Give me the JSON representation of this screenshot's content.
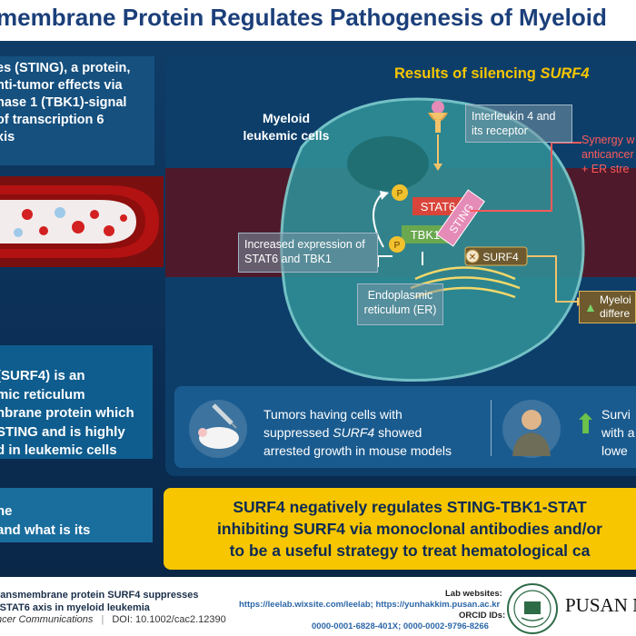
{
  "title": "membrane Protein Regulates Pathogenesis of Myeloid",
  "intro": {
    "lines": [
      "es (STING), a protein,",
      "nti-tumor effects via",
      "nase 1 (TBK1)-signal",
      " of transcription 6",
      "xis"
    ]
  },
  "surf4_intro": {
    "lines": [
      " (SURF4) is an",
      "mic reticulum",
      "nbrane protein which",
      " STING and is highly",
      "d in leukemic cells"
    ]
  },
  "question": {
    "lines": [
      "he",
      "and what is its"
    ]
  },
  "diagram": {
    "results_title": "Results of silencing ",
    "results_gene": "SURF4",
    "cells_label": "Myeloid leukemic cells",
    "il4_label": "Interleukin 4 and its receptor",
    "stat6_label": "STAT6",
    "tbk1_label": "TBK1",
    "sting_label": "STING",
    "surf4_label": "SURF4",
    "p_label": "P",
    "increased_label": "Increased expression of STAT6 and TBK1",
    "er_label": "Endoplasmic reticulum (ER)",
    "synergy_line1": "Synergy w",
    "synergy_line2": "anticancer d",
    "synergy_line3": "+ ER stre",
    "diff_line1": "Myeloi",
    "diff_line2": "differe"
  },
  "tumor": {
    "line1": "Tumors having cells with",
    "line2_pre": "suppressed ",
    "line2_gene": "SURF4",
    "line2_post": " showed",
    "line3": "arrested growth in mouse models"
  },
  "survival": {
    "line1": "Survi",
    "line2": "with a",
    "line3": "lowe"
  },
  "conclusion": {
    "line1": "SURF4 negatively regulates STING-TBK1-STAT",
    "line2": "inhibiting SURF4 via monoclonal antibodies and/or",
    "line3": "to be a useful strategy to treat hematological ca"
  },
  "footer": {
    "ref_line1": "ransmembrane protein SURF4 suppresses",
    "ref_line2": "-STAT6 axis in myeloid leukemia",
    "journal": "ncer Communications",
    "doi": "DOI: 10.1002/cac2.12390",
    "lab_label": "Lab websites:",
    "lab_urls": "https://leelab.wixsite.com/leelab; https://yunhakkim.pusan.ac.kr",
    "orcid_label": "ORCID IDs:",
    "orcid_values": "0000-0001-6828-401X; 0000-0002-9796-8266",
    "university": "PUSAN N"
  },
  "colors": {
    "title_text": "#1b3f7a",
    "accent_yellow": "#f7c600",
    "synergy_red": "#ff5a5a",
    "cell_fill": "#2f8e96",
    "stat6_red": "#d9453a",
    "tbk1_green": "#6aa84f",
    "sting_pink": "#e58bb8"
  }
}
